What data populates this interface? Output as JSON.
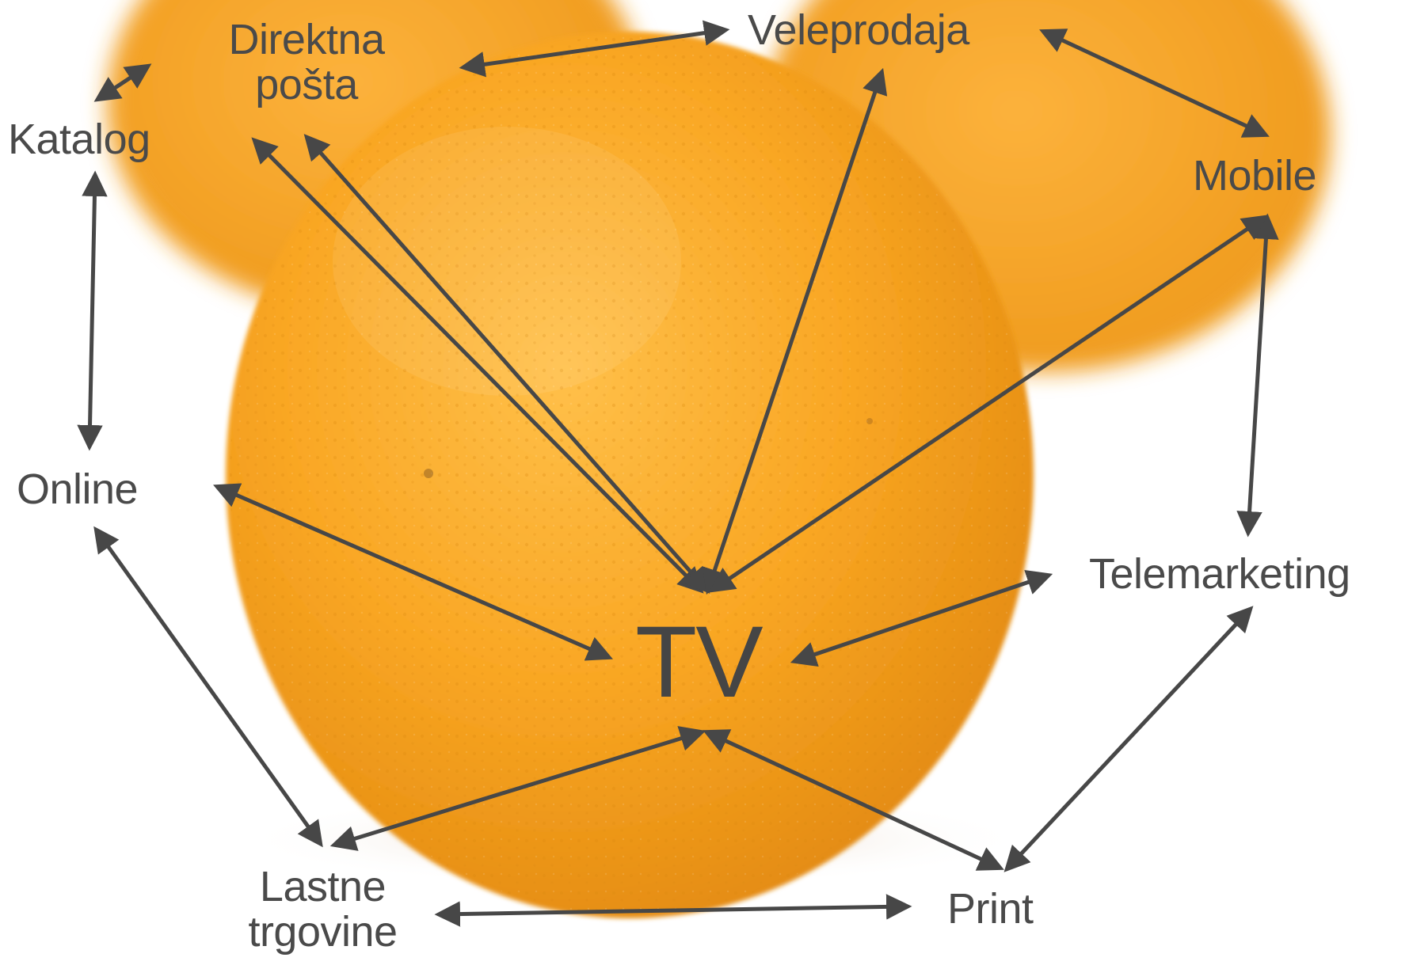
{
  "colors": {
    "text": "#4a4a4a",
    "arrow": "#474747",
    "orange_light": "#ffc04a",
    "orange_main": "#f9a623",
    "orange_deep": "#e48c12",
    "background": "#ffffff"
  },
  "center": {
    "label": "TV"
  },
  "nodes": {
    "katalog": "Katalog",
    "direktna_line1": "Direktna",
    "direktna_line2": "pošta",
    "veleprodaja": "Veleprodaja",
    "mobile": "Mobile",
    "online": "Online",
    "telemarketing": "Telemarketing",
    "lastne_line1": "Lastne",
    "lastne_line2": "trgovine",
    "print": "Print"
  },
  "connections": [
    [
      "katalog",
      "direktna"
    ],
    [
      "direktna",
      "veleprodaja"
    ],
    [
      "veleprodaja",
      "mobile"
    ],
    [
      "katalog",
      "online"
    ],
    [
      "mobile",
      "telemarketing"
    ],
    [
      "online",
      "lastne"
    ],
    [
      "telemarketing",
      "print"
    ],
    [
      "lastne",
      "print"
    ],
    [
      "tv",
      "direktna"
    ],
    [
      "tv",
      "veleprodaja"
    ],
    [
      "tv",
      "mobile"
    ],
    [
      "tv",
      "online"
    ],
    [
      "tv",
      "telemarketing"
    ],
    [
      "tv",
      "lastne"
    ],
    [
      "tv",
      "print"
    ]
  ]
}
